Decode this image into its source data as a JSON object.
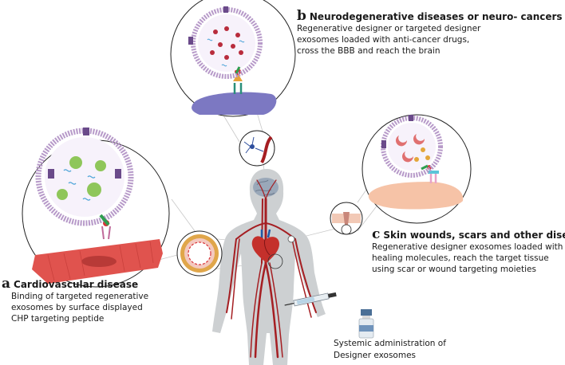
{
  "panels": [
    {
      "letter": "a",
      "heading": "Cardiovascular disease",
      "lines": [
        "Binding of targeted regenerative",
        "exosomes by surface displayed",
        "CHP targeting peptide"
      ]
    },
    {
      "letter": "b",
      "heading": "Neurodegenerative diseases or neuro- cancers",
      "lines": [
        "Regenerative designer or targeted designer",
        "exosomes loaded with anti-cancer drugs,",
        "cross the BBB and reach the brain"
      ]
    },
    {
      "letter": "c",
      "heading": "Skin wounds, scars and other diseases",
      "lines": [
        "Regenerative designer exosomes loaded with",
        "healing molecules, reach the target tissue",
        "using scar or wound targeting moieties"
      ]
    }
  ],
  "administration": {
    "lines": [
      "Systemic administration of",
      "Designer exosomes"
    ]
  },
  "colors": {
    "vessel": "#a51e22",
    "membrane": "#b79ac9",
    "body": "#cdd0d2",
    "cardiomyocyte": "#e0534e",
    "neuron_cell": "#7c78c2",
    "skin": "#f6c3a7",
    "brain": "#9aa8b9",
    "receptor": "#2a8f7a"
  },
  "icons": [
    "exosome-icon",
    "heart-icon",
    "brain-icon",
    "neuron-icon",
    "syringe-icon",
    "vial-icon",
    "blood-vessel-icon",
    "skin-section-icon"
  ]
}
